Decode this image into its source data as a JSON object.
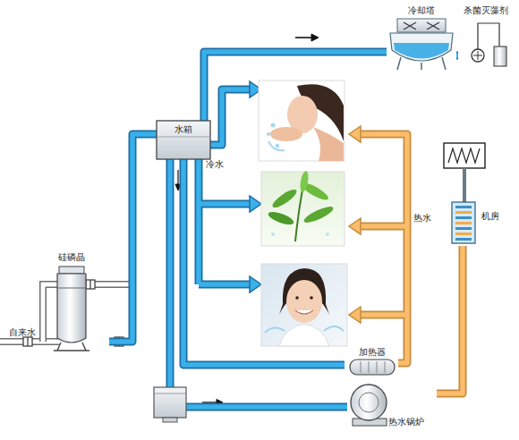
{
  "diagram": {
    "nodes": [
      {
        "text": [
          "冷却塔"
        ]
      },
      {
        "text": [
          "杀菌灭藻剂"
        ]
      },
      {
        "text": [
          "水箱"
        ]
      },
      {
        "text": [
          "机房"
        ]
      },
      {
        "text": [
          "硅磷晶"
        ]
      },
      {
        "text": [
          "加热器"
        ]
      },
      {
        "text": [
          "热水锅炉"
        ]
      }
    ],
    "edges": [
      {
        "from": 4,
        "to": 2,
        "arrow": "none"
      },
      {
        "from": 2,
        "to": 0,
        "arrow": "none"
      },
      {
        "from": 2,
        "to": 5,
        "arrow": "none"
      },
      {
        "from": 1,
        "to": 0,
        "arrow": "none"
      },
      {
        "from": 6,
        "to": 3,
        "arrow": "none"
      },
      {
        "from": 2,
        "to": 6,
        "arrow": "none"
      }
    ],
    "labels": [
      "冷水",
      "热水",
      "自来水"
    ]
  }
}
